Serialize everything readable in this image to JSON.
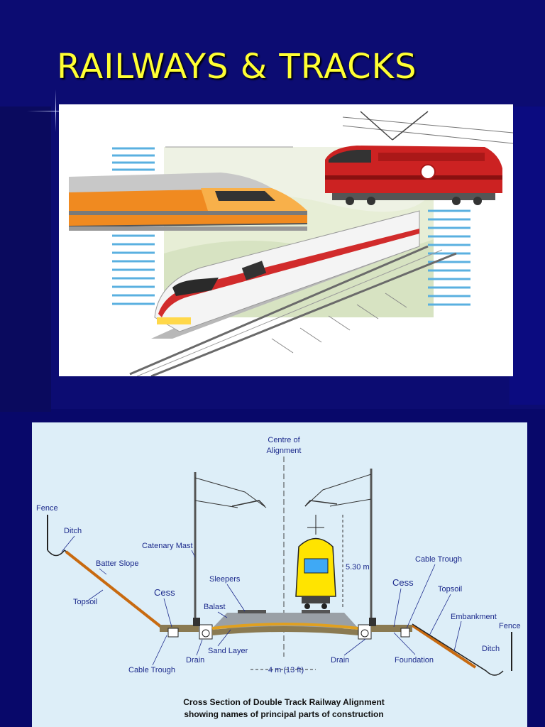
{
  "slide": {
    "title": "RAILWAYS & TRACKS"
  },
  "photo": {
    "description_icon": "trains-illustration"
  },
  "diagram": {
    "labels": {
      "centre": "Centre of",
      "centre2": "Alignment",
      "fence_left": "Fence",
      "ditch_left": "Ditch",
      "batter_slope": "Batter Slope",
      "topsoil_left": "Topsoil",
      "catenary_mast": "Catenary Mast",
      "cess_left": "Cess",
      "sleepers": "Sleepers",
      "balast": "Balast",
      "sand_layer": "Sand Layer",
      "drain_left": "Drain",
      "cable_trough_left": "Cable Trough",
      "height": "5.30 m",
      "width": "4 m (13 ft)",
      "cable_trough_right": "Cable Trough",
      "cess_right": "Cess",
      "topsoil_right": "Topsoil",
      "embankment": "Embankment",
      "fence_right": "Fence",
      "ditch_right": "Ditch",
      "drain_right": "Drain",
      "foundation": "Foundation"
    },
    "caption_line1": "Cross Section of Double Track Railway Alignment",
    "caption_line2": "showing names of principal parts of construction"
  }
}
